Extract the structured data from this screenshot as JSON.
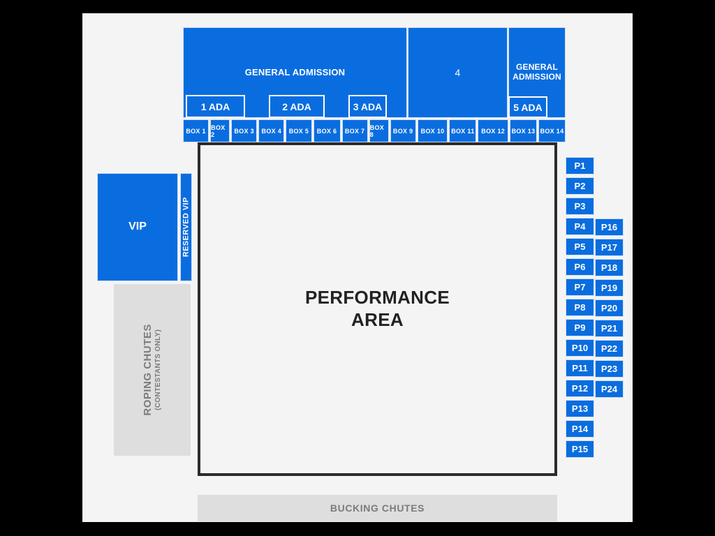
{
  "map": {
    "title": "Rodeo Arena Seating Map",
    "colors": {
      "seat_blue": "#0a6ddf",
      "inactive_grey": "#dedede",
      "background": "#f4f4f4",
      "performance_border": "#2b2b2b",
      "page_background": "#000000"
    }
  },
  "top_stands": {
    "ga_left_label": "GENERAL\nADMISSION",
    "section_4_label": "4",
    "ga_right_label": "GENERAL\nADMISSION",
    "ada_sections": [
      {
        "label": "1 ADA"
      },
      {
        "label": "2 ADA"
      },
      {
        "label": "3 ADA"
      },
      {
        "label": "5 ADA"
      }
    ]
  },
  "box_row": {
    "boxes": [
      {
        "label": "BOX 1"
      },
      {
        "label": "BOX 2"
      },
      {
        "label": "BOX 3"
      },
      {
        "label": "BOX 4"
      },
      {
        "label": "BOX 5"
      },
      {
        "label": "BOX 6"
      },
      {
        "label": "BOX 7"
      },
      {
        "label": "BOX 8"
      },
      {
        "label": "BOX 9"
      },
      {
        "label": "BOX 10"
      },
      {
        "label": "BOX 11"
      },
      {
        "label": "BOX 12"
      },
      {
        "label": "BOX 13"
      },
      {
        "label": "BOX 14"
      }
    ]
  },
  "performance": {
    "label": "PERFORMANCE\nAREA"
  },
  "bucking_chutes": {
    "label": "BUCKING CHUTES"
  },
  "left_side": {
    "vip_label": "VIP",
    "reserved_vip_label": "RESERVED VIP",
    "roping_chutes_label": "ROPING CHUTES",
    "roping_chutes_sublabel": "(CONTESTANTS ONLY)"
  },
  "right_sections": {
    "column_a": [
      {
        "label": "P1"
      },
      {
        "label": "P2"
      },
      {
        "label": "P3"
      },
      {
        "label": "P4"
      },
      {
        "label": "P5"
      },
      {
        "label": "P6"
      },
      {
        "label": "P7"
      },
      {
        "label": "P8"
      },
      {
        "label": "P9"
      },
      {
        "label": "P10"
      },
      {
        "label": "P11"
      },
      {
        "label": "P12"
      },
      {
        "label": "P13"
      },
      {
        "label": "P14"
      },
      {
        "label": "P15"
      }
    ],
    "column_b": [
      {
        "label": "P16"
      },
      {
        "label": "P17"
      },
      {
        "label": "P18"
      },
      {
        "label": "P19"
      },
      {
        "label": "P20"
      },
      {
        "label": "P21"
      },
      {
        "label": "P22"
      },
      {
        "label": "P23"
      },
      {
        "label": "P24"
      }
    ]
  }
}
